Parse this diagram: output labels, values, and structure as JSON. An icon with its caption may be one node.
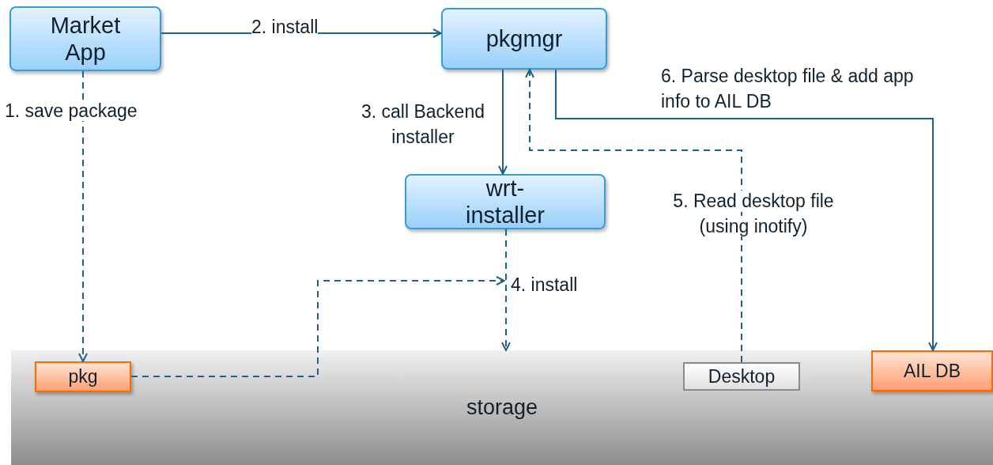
{
  "diagram": {
    "nodes": [
      {
        "text": [
          "Market App"
        ]
      },
      {
        "text": [
          "pkgmgr"
        ]
      },
      {
        "text": [
          "wrt-installer"
        ]
      },
      {
        "text": [
          "storage"
        ]
      },
      {
        "text": [
          "pkg"
        ],
        "in": 3
      },
      {
        "text": [
          "Desktop"
        ],
        "in": 3
      },
      {
        "text": [
          "AIL DB"
        ],
        "in": 3
      }
    ],
    "edges": [
      {
        "from": 0,
        "to": 4,
        "arrow": "to",
        "label": "1. save package",
        "style": "dashed"
      },
      {
        "from": 0,
        "to": 1,
        "arrow": "to",
        "label": "2. install"
      },
      {
        "from": 1,
        "to": 2,
        "arrow": "to",
        "label": "3. call Backend installer"
      },
      {
        "from": 2,
        "to": 3,
        "arrow": "to",
        "label": "4. install",
        "style": "dashed"
      },
      {
        "from": 4,
        "to": null,
        "arrow": "to",
        "style": "dashed"
      },
      {
        "from": 5,
        "to": 1,
        "arrow": "to",
        "label": "5. Read desktop file (using inotify)",
        "style": "dashed"
      },
      {
        "from": 1,
        "to": 6,
        "arrow": "to",
        "label": "6. Parse desktop file & add app info to AIL DB"
      }
    ]
  }
}
